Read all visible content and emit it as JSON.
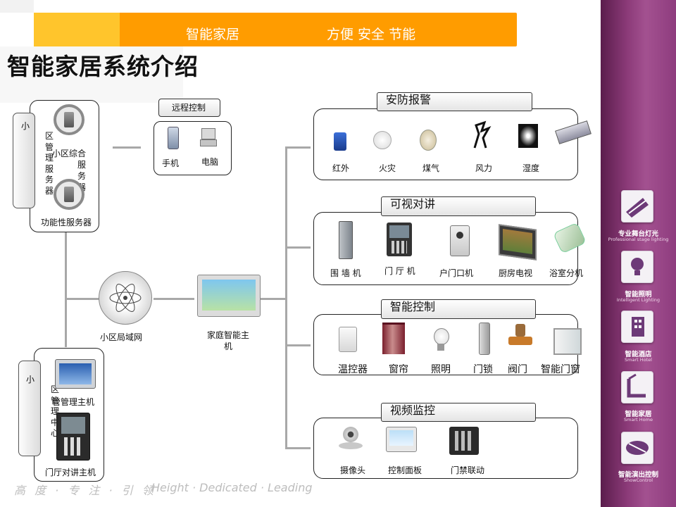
{
  "banner": {
    "left_text": "智能家居",
    "right_text": "方便  安全  节能",
    "color": "#ff9c00",
    "accent_color": "#ffc52c"
  },
  "page_title": "智能家居系统介绍",
  "left": {
    "community_vtab": "小",
    "community_server_vertical": "区\n管\n理\n服\n务\n器",
    "composite_server_label": "小区综合\n服\n务\n器",
    "functional_server_label": "功能性服务器",
    "mgmt_vtab": "小",
    "mgmt_center_vertical": "区\n管\n理\n中\n心",
    "mgmt_host_label": "管管理主机",
    "entrance_host_label": "门厅对讲主机",
    "lan_label": "小区局域网",
    "home_host_label": "家庭智能主\n机"
  },
  "remote": {
    "title": "远程控制",
    "items": [
      "手机",
      "电脑"
    ]
  },
  "groups": [
    {
      "title": "安防报警",
      "items": [
        "红外",
        "火灾",
        "煤气",
        "风力",
        "湿度"
      ]
    },
    {
      "title": "可视对讲",
      "items": [
        "围 墙 机",
        "门 厅 机",
        "户门口机",
        "厨房电视",
        "浴室分机"
      ]
    },
    {
      "title": "智能控制",
      "items": [
        "温控器",
        "窗帘",
        "照明",
        "门锁",
        "阀门",
        "智能门窗"
      ]
    },
    {
      "title": "视频监控",
      "items": [
        "摄像头",
        "控制面板",
        "门禁联动"
      ]
    }
  ],
  "sidebar": {
    "items": [
      {
        "zh": "专业舞台灯光",
        "en": "Professional stage lighting",
        "icon": "stage-lighting-icon"
      },
      {
        "zh": "智能照明",
        "en": "Intelligent Lighting",
        "icon": "bulb-icon"
      },
      {
        "zh": "智能酒店",
        "en": "Smart Hotel",
        "icon": "hotel-icon"
      },
      {
        "zh": "智能家居",
        "en": "Smart Home",
        "icon": "home-icon"
      },
      {
        "zh": "智能演出控制",
        "en": "ShowControl",
        "icon": "show-control-icon"
      }
    ],
    "color": "#8b3a78"
  },
  "footer": {
    "zh": "高 度 · 专 注 · 引 领",
    "en": "Height · Dedicated · Leading"
  }
}
